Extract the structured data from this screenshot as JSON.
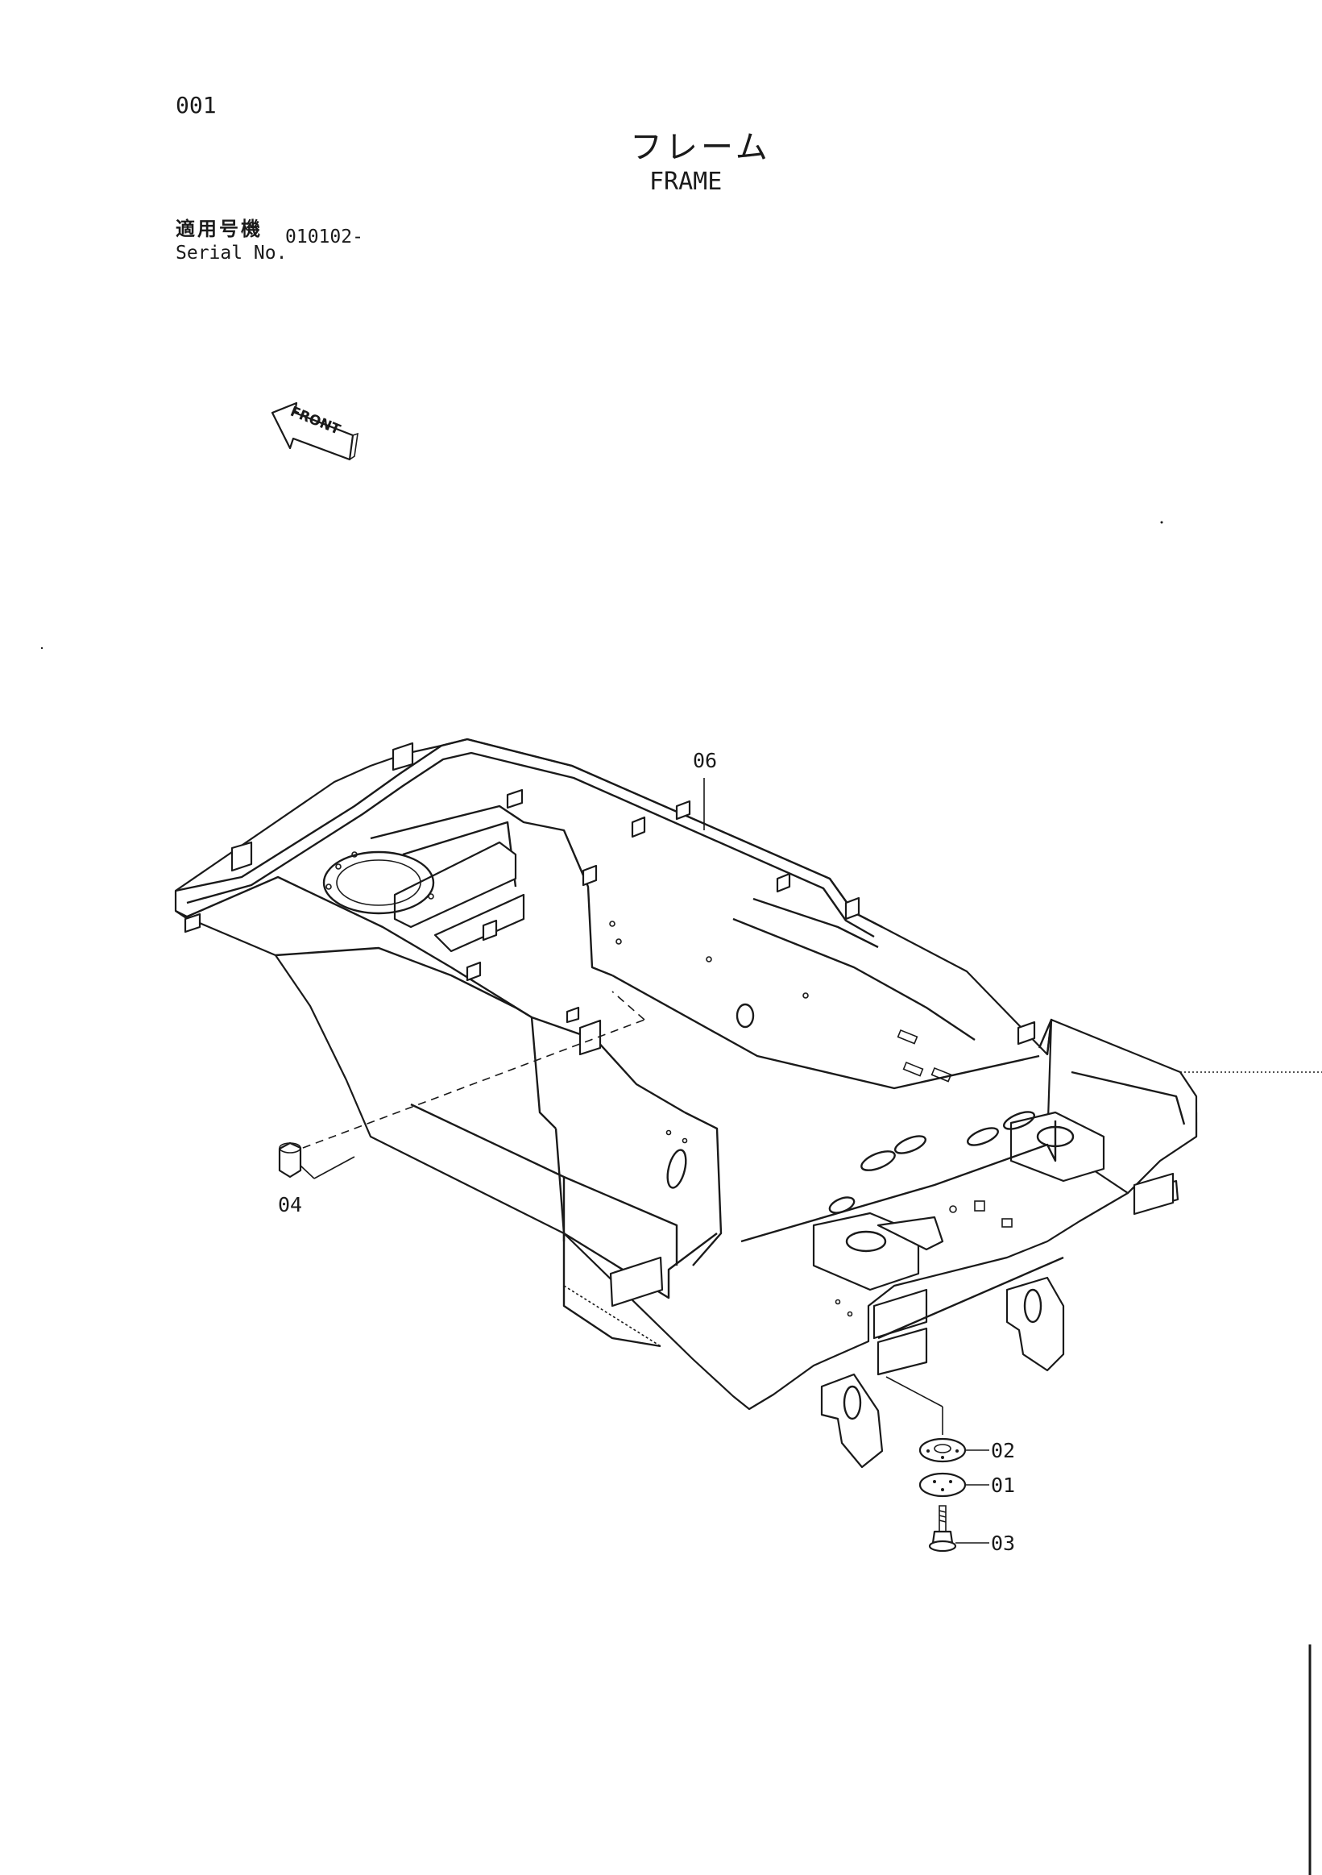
{
  "page_number": "001",
  "title_jp": "フレーム",
  "title_en": "FRAME",
  "serial": {
    "label_jp": "適用号機",
    "label_en": "Serial No.",
    "value": "010102-"
  },
  "direction_arrow": {
    "label": "FRONT",
    "icon": "front-arrow-icon"
  },
  "callouts": {
    "frame": "06",
    "plug": "04",
    "plate": "02",
    "shim": "01",
    "bolt": "03"
  }
}
